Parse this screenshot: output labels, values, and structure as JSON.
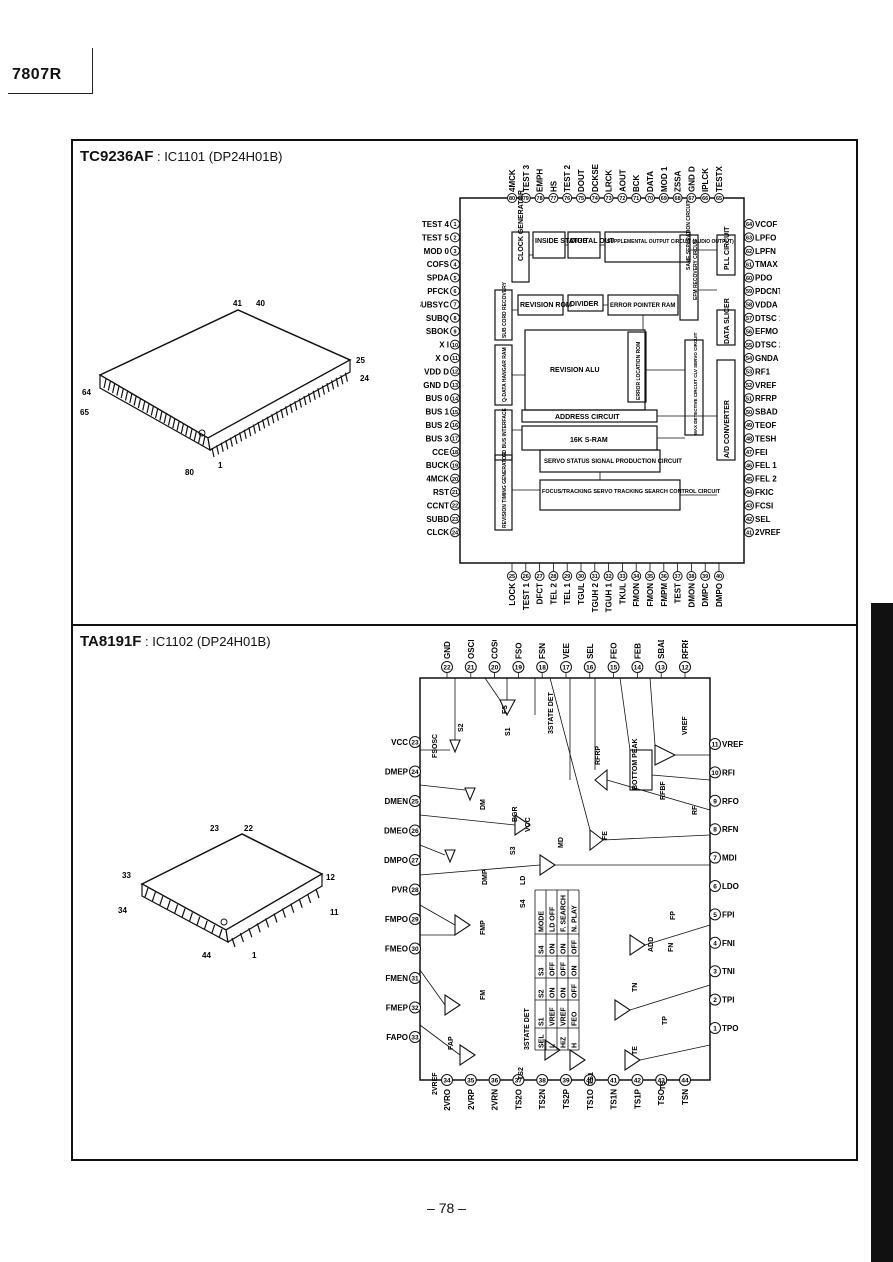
{
  "header": {
    "model": "7807R"
  },
  "ic1": {
    "part": "TC9236AF",
    "ref": " : IC1101 (DP24H01B)",
    "package_pins": [
      "41",
      "40",
      "25",
      "24",
      "64",
      "65",
      "80",
      "1"
    ],
    "left_pins": [
      "TEST 4",
      "TEST 5",
      "MOD 0",
      "COFS",
      "SPDA",
      "PFCK",
      "SUBSYC",
      "SUBQ",
      "SBOK",
      "X I",
      "X O",
      "VDD D",
      "GND D",
      "BUS 0",
      "BUS 1",
      "BUS 2",
      "BUS 3",
      "CCE",
      "BUCK",
      "4MCK",
      "RST",
      "CCNT",
      "SUBD",
      "CLCK"
    ],
    "top_pins": [
      "4MCK",
      "TEST 3",
      "EMPH",
      "HS",
      "TEST 2",
      "DOUT",
      "DCKSE",
      "LRCK",
      "AOUT",
      "BCK",
      "DATA",
      "MOD 1",
      "ZSSA",
      "GND D",
      "IPLCK",
      "TESTX"
    ],
    "right_pins": [
      "VCOF",
      "LPFO",
      "LPFN",
      "TMAX",
      "PDO",
      "PDCNT",
      "VDDA",
      "DTSC 1",
      "EFMO",
      "DTSC 2",
      "GNDA",
      "RF1",
      "VREF",
      "RFRP",
      "SBAD",
      "TEOF",
      "TESH",
      "FEI",
      "FEL 1",
      "FEL 2",
      "FKIC",
      "FCSI",
      "SEL",
      "2VREF"
    ],
    "bottom_pins": [
      "LOCK",
      "TEST 1",
      "DFCT",
      "TEL 2",
      "TEL 1",
      "TGUL",
      "TGUH 2",
      "TGUH 1",
      "TKUL",
      "FMON",
      "FMON",
      "FMPM",
      "TEST",
      "DMON",
      "DMPC",
      "DMPO"
    ],
    "blocks": [
      "CLOCK GENERATOR",
      "INSIDE STATUS",
      "DIGITAL OUT",
      "SUPPLEMENTAL OUTPUT CIRCUIT (AUDIO OUTPUT)",
      "SAME SEPARATION CIRCUIT",
      "EFM RECOVERY CIRCUIT",
      "PLL CIRCUIT",
      "DATA SLICER",
      "SUB CORD RECOVERY",
      "REVISION ROM",
      "DIVIDER",
      "ERROR POINTER RAM",
      "Q-DATA HANGAR RAM",
      "REVISION ALU",
      "ERROR LOCATION ROM",
      "MAX DETECTIVE CIRCUIT CLV SERVO CIRCUIT",
      "A/D CONVERTER",
      "CD BUS INTERFACE",
      "ADDRESS CIRCUIT",
      "16K S-RAM",
      "SERVO STATUS SIGNAL PRODUCTION CIRCUIT",
      "REVISION TIMING GENERATOR",
      "FOCUS/TRACKING SERVO TRACKING SEARCH CONTROL CIRCUIT"
    ]
  },
  "ic2": {
    "part": "TA8191F",
    "ref": " : IC1102 (DP24H01B)",
    "package_pins": [
      "23",
      "22",
      "33",
      "12",
      "34",
      "11",
      "44",
      "1"
    ],
    "top_pins": [
      "GND",
      "OSCI",
      "COSC",
      "FSO",
      "FSN",
      "VEE",
      "SEL",
      "FEO",
      "FEB",
      "SBAD",
      "RFRP"
    ],
    "left_pins": [
      "VCC",
      "DMEP",
      "DMEN",
      "DMEO",
      "DMPO",
      "PVR",
      "FMPO",
      "FMEO",
      "FMEN",
      "FMEP",
      "FAPO"
    ],
    "right_pins": [
      "VREF",
      "RFI",
      "RFO",
      "RFN",
      "MDI",
      "LDO",
      "FPI",
      "FNI",
      "TNI",
      "TPI",
      "TPO"
    ],
    "bottom_pins": [
      "2VRO",
      "2VRP",
      "2VRN",
      "TS2O",
      "TS2N",
      "TS2P",
      "TS1O",
      "TS1N",
      "TS1P",
      "TSO",
      "TSN"
    ],
    "blocks": [
      "FSOSC",
      "S2",
      "FS",
      "S1",
      "3STATE DET",
      "VREF",
      "RFRP",
      "BOTTOM PEAK",
      "RFBF",
      "RF",
      "DM",
      "BGR",
      "VCC",
      "S3",
      "MD",
      "FE",
      "LD",
      "S4",
      "DMP",
      "FMP",
      "FM",
      "FP",
      "FN",
      "ADD",
      "TN",
      "TP",
      "TE",
      "FAP",
      "2VREF",
      "TS2",
      "TS1",
      "TS"
    ],
    "table_title": "3STATE DET",
    "table_headers": [
      "SEL",
      "S1",
      "S2",
      "S3",
      "S4",
      "MODE"
    ],
    "table_rows": [
      [
        "L",
        "VREF",
        "ON",
        "OFF",
        "ON",
        "LD OFF"
      ],
      [
        "HiZ",
        "VREF",
        "ON",
        "OFF",
        "ON",
        "F. SEARCH"
      ],
      [
        "H",
        "FEO",
        "OFF",
        "ON",
        "OFF",
        "N. PLAY"
      ]
    ]
  },
  "footer": {
    "page": "– 78 –"
  }
}
